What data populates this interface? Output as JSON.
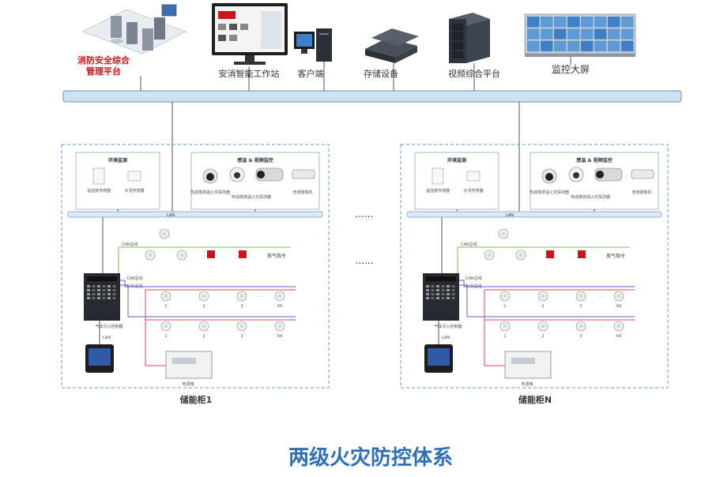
{
  "top_devices": [
    {
      "name": "fire-safety-platform",
      "label_line1": "消防安全综合",
      "label_line2": "管理平台"
    },
    {
      "name": "workstation",
      "label": "安消智能工作站"
    },
    {
      "name": "client",
      "label": "客户端"
    },
    {
      "name": "storage",
      "label": "存储设备"
    },
    {
      "name": "video-platform",
      "label": "视频综合平台"
    },
    {
      "name": "monitor-wall",
      "label": "监控大屏"
    }
  ],
  "cabinets": [
    {
      "name": "cabinet-1",
      "label": "储能柜1",
      "env_title": "环境监测",
      "env_devices": [
        "温湿度传感器",
        "水浸传感器"
      ],
      "thermal_title": "感温 & 视频监控",
      "thermal_devices": [
        "热成像感温火灾探测器",
        "热成像感温火灾探测器",
        "普通摄像机"
      ],
      "lan_label": "LAN",
      "bus_label": "CAN总线",
      "release_label": "放气指令",
      "controller_label": "气体灭火控制器",
      "power_label": "电源箱",
      "detector_numbers": [
        "1",
        "2",
        "3",
        "64"
      ],
      "ellipsis": "· · ·"
    },
    {
      "name": "cabinet-n",
      "label": "储能柜N",
      "env_title": "环境监测",
      "env_devices": [
        "温湿度传感器",
        "水浸传感器"
      ],
      "thermal_title": "感温 & 视频监控",
      "thermal_devices": [
        "热成像感温火灾探测器",
        "热成像感温火灾探测器",
        "普通摄像机"
      ],
      "lan_label": "LAN",
      "bus_label": "CAN总线",
      "release_label": "放气指令",
      "controller_label": "气体灭火控制器",
      "power_label": "电源箱",
      "detector_numbers": [
        "1",
        "2",
        "3",
        "64"
      ],
      "ellipsis": "· · ·"
    }
  ],
  "between_dots": "......",
  "title": "两级火灾防控体系",
  "colors": {
    "accent_blue": "#2f6fb5",
    "platform_red": "#c8161d",
    "cabinet_dash": "#5b9bd5",
    "bus_purple": "#6a5acd",
    "bus_red": "#e0404a",
    "bus_green": "#7fbf55"
  }
}
